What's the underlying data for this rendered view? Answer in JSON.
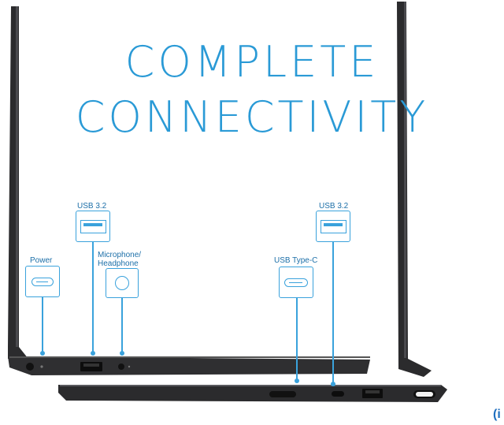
{
  "headline": {
    "line1": "COMPLETE",
    "line2": "CONNECTIVITY"
  },
  "ports": {
    "power": "Power",
    "usb_left": "USB 3.2",
    "mic": "Microphone/\nHeadphone",
    "usb_c": "USB Type-C",
    "usb_right": "USB 3.2"
  },
  "colors": {
    "accent": "#2a9ad6",
    "chassis": "#2b2b2d",
    "label": "#1c6fa8"
  },
  "logo": {
    "text": "(i"
  }
}
